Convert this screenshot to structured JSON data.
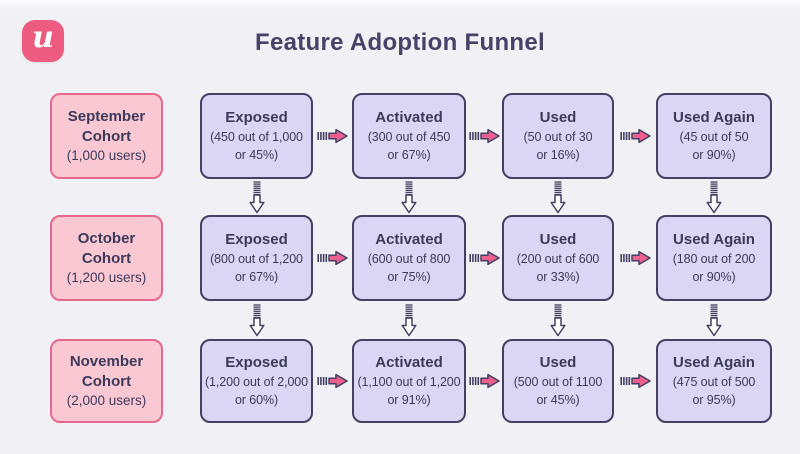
{
  "header": {
    "logo_letter": "u",
    "title": "Feature Adoption Funnel"
  },
  "funnel": {
    "rows": [
      {
        "cohort_name": "September Cohort",
        "cohort_users": "(1,000 users)",
        "stages": [
          {
            "label": "Exposed",
            "detail": "(450 out of 1,000\nor 45%)"
          },
          {
            "label": "Activated",
            "detail": "(300 out of 450\nor 67%)"
          },
          {
            "label": "Used",
            "detail": "(50 out of 30\nor 16%)"
          },
          {
            "label": "Used Again",
            "detail": "(45 out of 50\nor 90%)"
          }
        ]
      },
      {
        "cohort_name": "October Cohort",
        "cohort_users": "(1,200 users)",
        "stages": [
          {
            "label": "Exposed",
            "detail": "(800 out of 1,200\nor 67%)"
          },
          {
            "label": "Activated",
            "detail": "(600 out of 800\nor 75%)"
          },
          {
            "label": "Used",
            "detail": "(200 out of 600\nor 33%)"
          },
          {
            "label": "Used Again",
            "detail": "(180 out of 200\nor 90%)"
          }
        ]
      },
      {
        "cohort_name": "November Cohort",
        "cohort_users": "(2,000 users)",
        "stages": [
          {
            "label": "Exposed",
            "detail": "(1,200 out of 2,000\nor 60%)"
          },
          {
            "label": "Activated",
            "detail": "(1,100 out of 1,200\nor 91%)"
          },
          {
            "label": "Used",
            "detail": "(500 out of 1100\nor 45%)"
          },
          {
            "label": "Used Again",
            "detail": "(475 out of 500\nor 95%)"
          }
        ]
      }
    ]
  },
  "colors": {
    "background": "#f1f0f4",
    "cohort_fill": "#f9c8d3",
    "cohort_border": "#e6698d",
    "stage_fill": "#dad6f4",
    "stage_border": "#454063",
    "arrow_pink": "#ec5f8e",
    "ink": "#3d3959",
    "logo_pink": "#ee5b81"
  }
}
